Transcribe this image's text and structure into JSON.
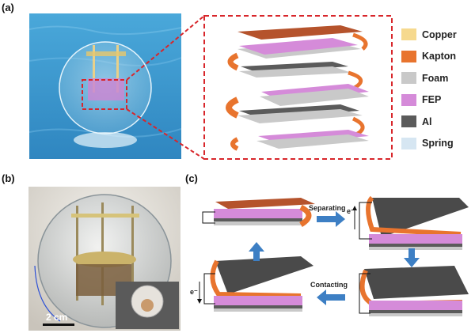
{
  "panels": {
    "a": "(a)",
    "b": "(b)",
    "c": "(c)"
  },
  "legend": [
    {
      "label": "Copper",
      "color": "#f6d98e"
    },
    {
      "label": "Kapton",
      "color": "#e8742e"
    },
    {
      "label": "Foam",
      "color": "#c9c9c9"
    },
    {
      "label": "FEP",
      "color": "#d58bd9"
    },
    {
      "label": "Al",
      "color": "#5b5b5b"
    },
    {
      "label": "Spring",
      "color": "#d6e6f2"
    }
  ],
  "scale_bar": "2 cm",
  "cycle": {
    "separating": "Separating",
    "contacting": "Contacting",
    "electron_right": "e⁻",
    "electron_left": "e⁻"
  },
  "colors": {
    "water": "#3d9ad0",
    "dashed_red": "#d8262b",
    "arrow_blue": "#3d7fc4"
  }
}
